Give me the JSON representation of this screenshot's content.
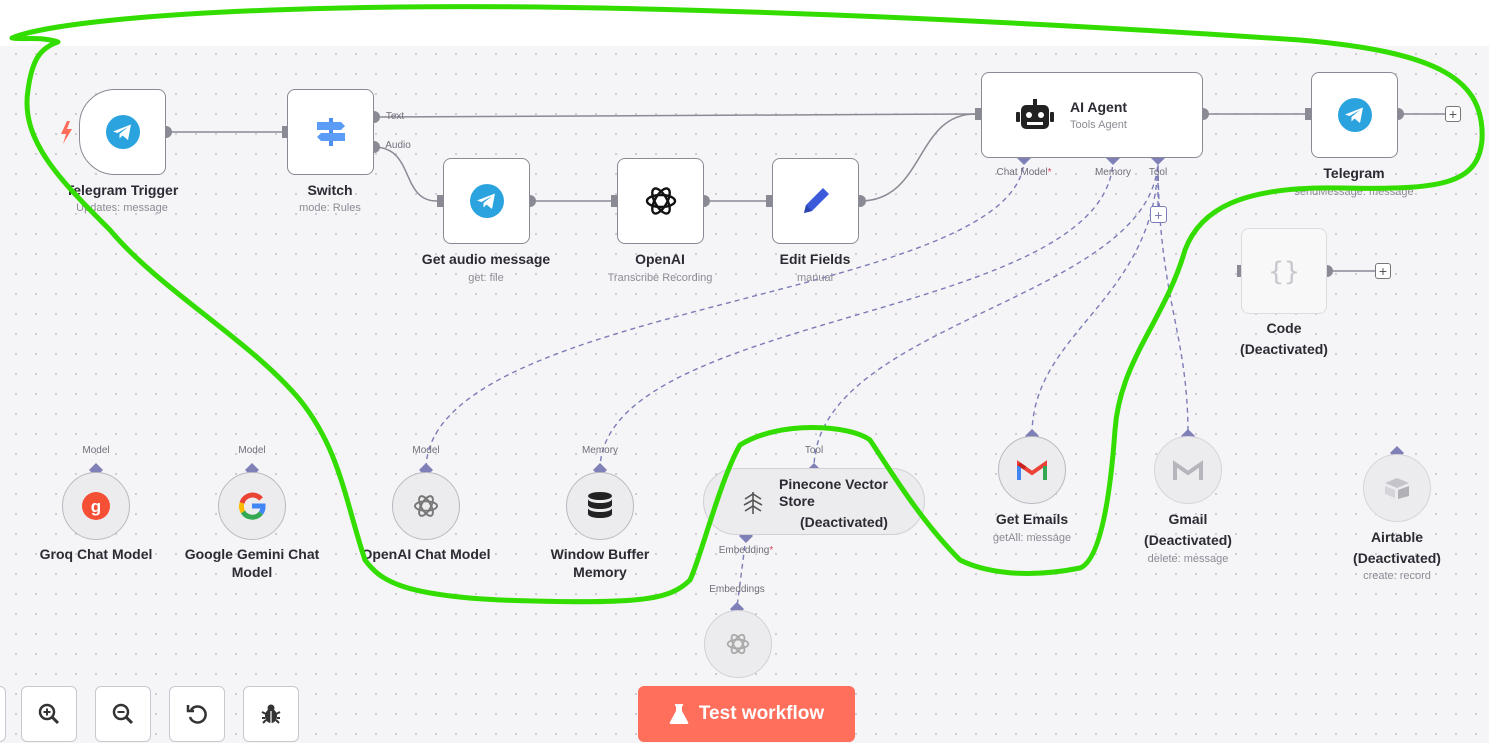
{
  "nodes": {
    "telegram_trigger": {
      "title": "Telegram Trigger",
      "subtitle": "Updates: message"
    },
    "switch": {
      "title": "Switch",
      "subtitle": "mode: Rules",
      "out_text": "Text",
      "out_audio": "Audio"
    },
    "get_audio": {
      "title": "Get audio message",
      "subtitle": "get: file"
    },
    "openai": {
      "title": "OpenAI",
      "subtitle": "Transcribe Recording"
    },
    "edit_fields": {
      "title": "Edit Fields",
      "subtitle": "manual"
    },
    "ai_agent": {
      "title": "AI Agent",
      "subtitle": "Tools Agent",
      "port_chat": "Chat Model",
      "port_memory": "Memory",
      "port_tool": "Tool"
    },
    "telegram": {
      "title": "Telegram",
      "subtitle": "sendMessage: message"
    },
    "code": {
      "title": "Code",
      "title2": "(Deactivated)"
    },
    "groq": {
      "title": "Groq Chat Model",
      "port": "Model"
    },
    "gemini": {
      "title": "Google Gemini Chat",
      "title2": "Model",
      "port": "Model"
    },
    "openai_chat": {
      "title": "OpenAI Chat Model",
      "port": "Model"
    },
    "window_memory": {
      "title": "Window Buffer",
      "title2": "Memory",
      "port": "Memory"
    },
    "pinecone": {
      "title": "Pinecone Vector",
      "title2": "Store",
      "title3": "(Deactivated)",
      "port_top": "Tool",
      "port_bottom": "Embedding"
    },
    "embeddings": {
      "port": "Embeddings"
    },
    "get_emails": {
      "title": "Get Emails",
      "subtitle": "getAll: message"
    },
    "gmail": {
      "title": "Gmail",
      "title2": "(Deactivated)",
      "subtitle": "delete: message"
    },
    "airtable": {
      "title": "Airtable",
      "title2": "(Deactivated)",
      "subtitle": "create: record"
    }
  },
  "toolbar": {
    "test_workflow": "Test workflow"
  },
  "icons": [
    "telegram-icon",
    "switch-icon",
    "openai-icon",
    "pencil-icon",
    "robot-icon",
    "code-braces-icon",
    "groq-icon",
    "google-icon",
    "database-icon",
    "pinecone-icon",
    "gmail-icon",
    "airtable-icon",
    "zoom-in-icon",
    "zoom-out-icon",
    "reset-icon",
    "bug-icon",
    "flask-icon"
  ],
  "colors": {
    "accent": "#ff6f5c",
    "annotation": "#33dd00",
    "telegram": "#2aa3df",
    "connection": "#8a8a95",
    "sub_connection": "#7c7cb8"
  }
}
